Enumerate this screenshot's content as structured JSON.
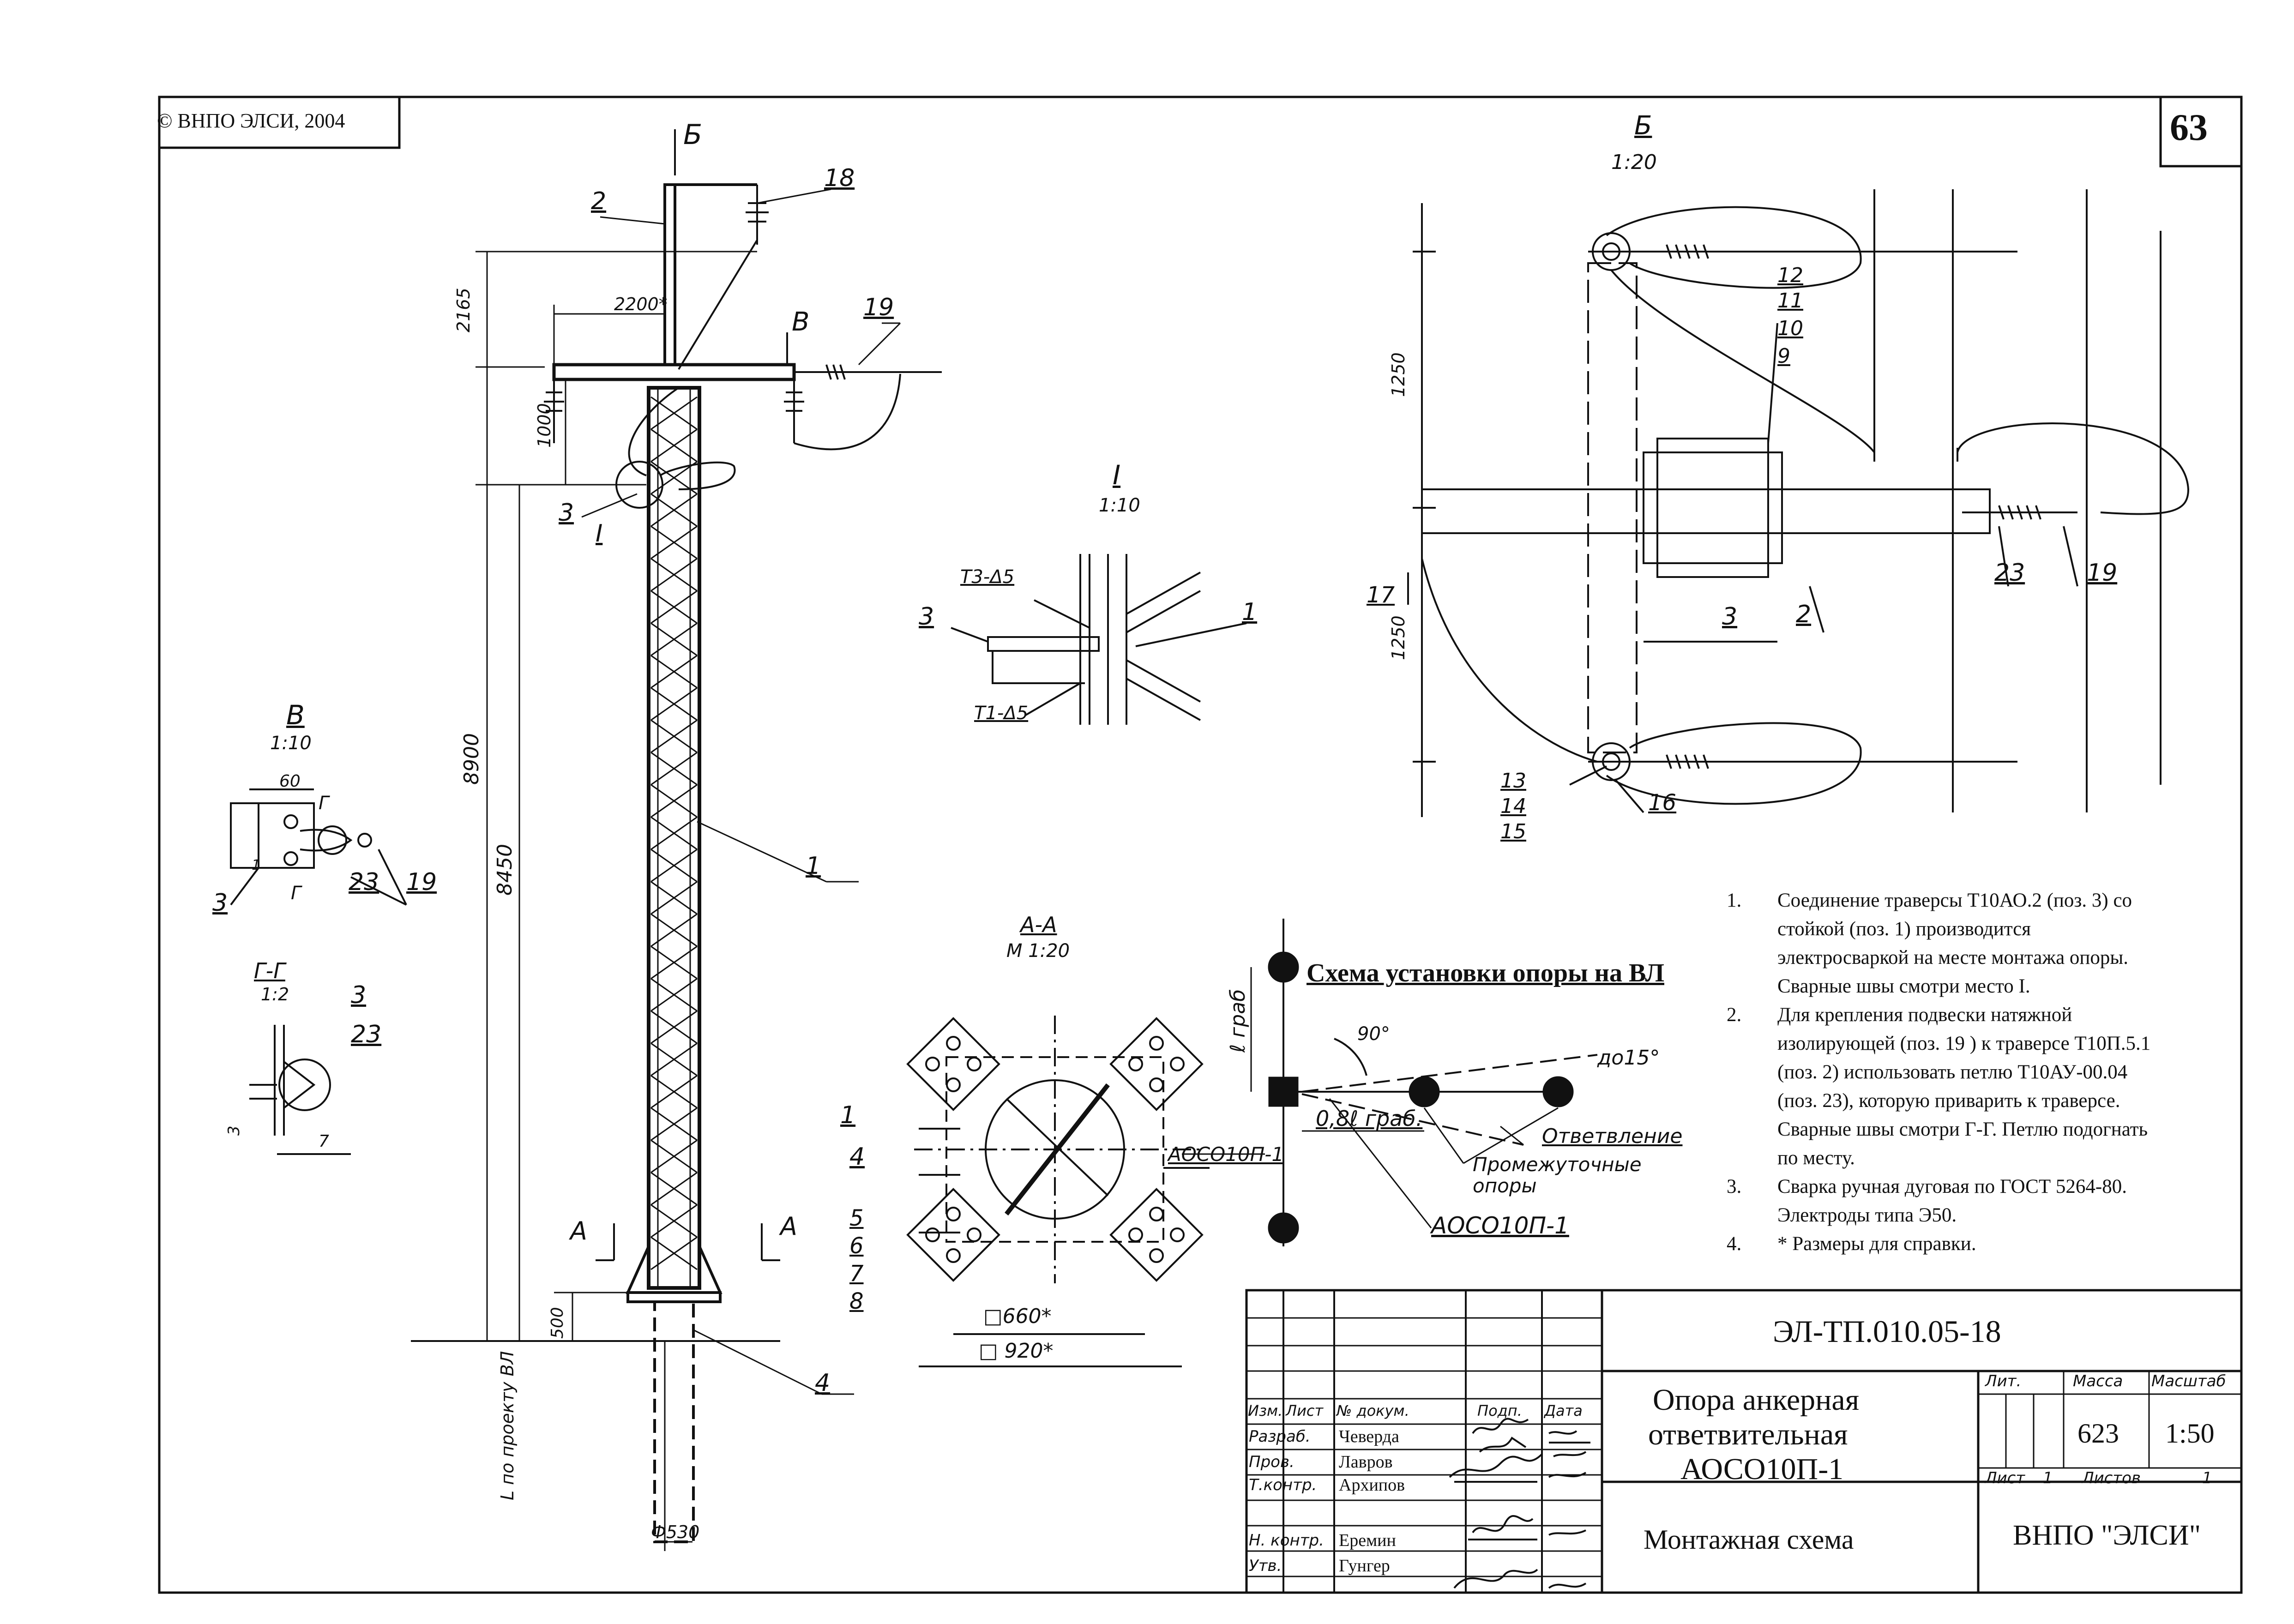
{
  "header": {
    "copyright": "© ВНПО ЭЛСИ, 2004",
    "sheet_number": "63"
  },
  "view_labels": {
    "b_arrow": "Б",
    "section_b": "Б",
    "section_b_scale": "1:20",
    "section_v": "В",
    "section_v_scale": "1:10",
    "detail_i": "I",
    "detail_i_scale": "1:10",
    "section_gg": "Г-Г",
    "section_gg_scale": "1:2",
    "section_aa": "А-А",
    "section_aa_scale": "М 1:20",
    "v_arrow": "В",
    "a_arrow_left": "А",
    "a_arrow_right": "А",
    "g_top": "Г",
    "g_bottom": "Г",
    "detail_i_ref": "I"
  },
  "dimensions": {
    "d2200": "2200*",
    "d2165": "2165",
    "d1000": "1000",
    "d8900": "8900",
    "d8450": "8450",
    "d500": "500",
    "d530": "Ф530",
    "lproekt": "L по проекту ВЛ",
    "d60": "60",
    "d1": "1",
    "d3": "3",
    "d7": "7",
    "d1250a": "1250",
    "d1250b": "1250",
    "d660": "□660*",
    "d920": "□ 920*",
    "weld1": "Т3-Δ5",
    "weld2": "Т1-Δ5",
    "span_len": "ℓ граб",
    "span_081": "0,8ℓ граб.",
    "angle90": "90°",
    "angle15": "до15°"
  },
  "positions": {
    "p1": "1",
    "p2": "2",
    "p3": "3",
    "p4": "4",
    "p18": "18",
    "p19": "19",
    "p1_det": "1",
    "p3_det": "3",
    "p3_v": "3",
    "p23_v": "23",
    "p19_v": "19",
    "p3_gg": "3",
    "p23_gg": "23",
    "p1_aa": "1",
    "p4_aa": "4",
    "p5": "5",
    "p6": "6",
    "p7": "7",
    "p8": "8",
    "p12": "12",
    "p11": "11",
    "p10": "10",
    "p9": "9",
    "p17": "17",
    "p3_b": "3",
    "p2_b": "2",
    "p23_b": "23",
    "p19_b": "19",
    "p13": "13",
    "p14": "14",
    "p15": "15",
    "p16": "16"
  },
  "scheme": {
    "title": "Схема установки опоры на ВЛ",
    "branch": "Ответвление",
    "intermediate": "Промежуточные опоры",
    "aoso_left": "АОСО10П-1",
    "aoso_bottom": "АОСО10П-1"
  },
  "notes": [
    {
      "num": "1.",
      "lines": [
        "Соединение траверсы Т10АО.2 (поз. 3) со",
        "стойкой (поз. 1)  производится",
        "электросваркой на месте монтажа опоры.",
        "Сварные швы смотри место I."
      ]
    },
    {
      "num": "2.",
      "lines": [
        "Для крепления подвески натяжной",
        "изолирующей (поз. 19 ) к траверсе Т10П.5.1",
        "(поз. 2)  использовать петлю Т10АУ-00.04",
        "(поз. 23), которую приварить к траверсе.",
        "Сварные швы смотри Г-Г. Петлю подогнать",
        "по месту."
      ]
    },
    {
      "num": "3.",
      "lines": [
        "Сварка ручная дуговая по ГОСТ 5264-80.",
        "Электроды типа Э50."
      ]
    },
    {
      "num": "4.",
      "lines": [
        "* Размеры для справки."
      ]
    }
  ],
  "title_block": {
    "doc_code": "ЭЛ-ТП.010.05-18",
    "name_line1": "Опора анкерная",
    "name_line2": "ответвительная",
    "name_line3": "АОСО10П-1",
    "subtitle": "Монтажная схема",
    "org": "ВНПО \"ЭЛСИ\"",
    "lit_label": "Лит.",
    "mass_label": "Масса",
    "scale_label": "Масштаб",
    "mass": "623",
    "scale": "1:50",
    "sheet_label": "Лист",
    "sheet": "1",
    "sheets_label": "Листов",
    "sheets": "1",
    "hdr_izm": "Изм.",
    "hdr_list": "Лист",
    "hdr_doc": "№ докум.",
    "hdr_sign": "Подп.",
    "hdr_date": "Дата",
    "rows": [
      {
        "role": "Разраб.",
        "name": "Чеверда"
      },
      {
        "role": "Пров.",
        "name": "Лавров"
      },
      {
        "role": "Т.контр.",
        "name": "Архипов"
      },
      {
        "role": "",
        "name": ""
      },
      {
        "role": "Н. контр.",
        "name": "Еремин"
      },
      {
        "role": "Утв.",
        "name": "Гунгер"
      }
    ]
  }
}
